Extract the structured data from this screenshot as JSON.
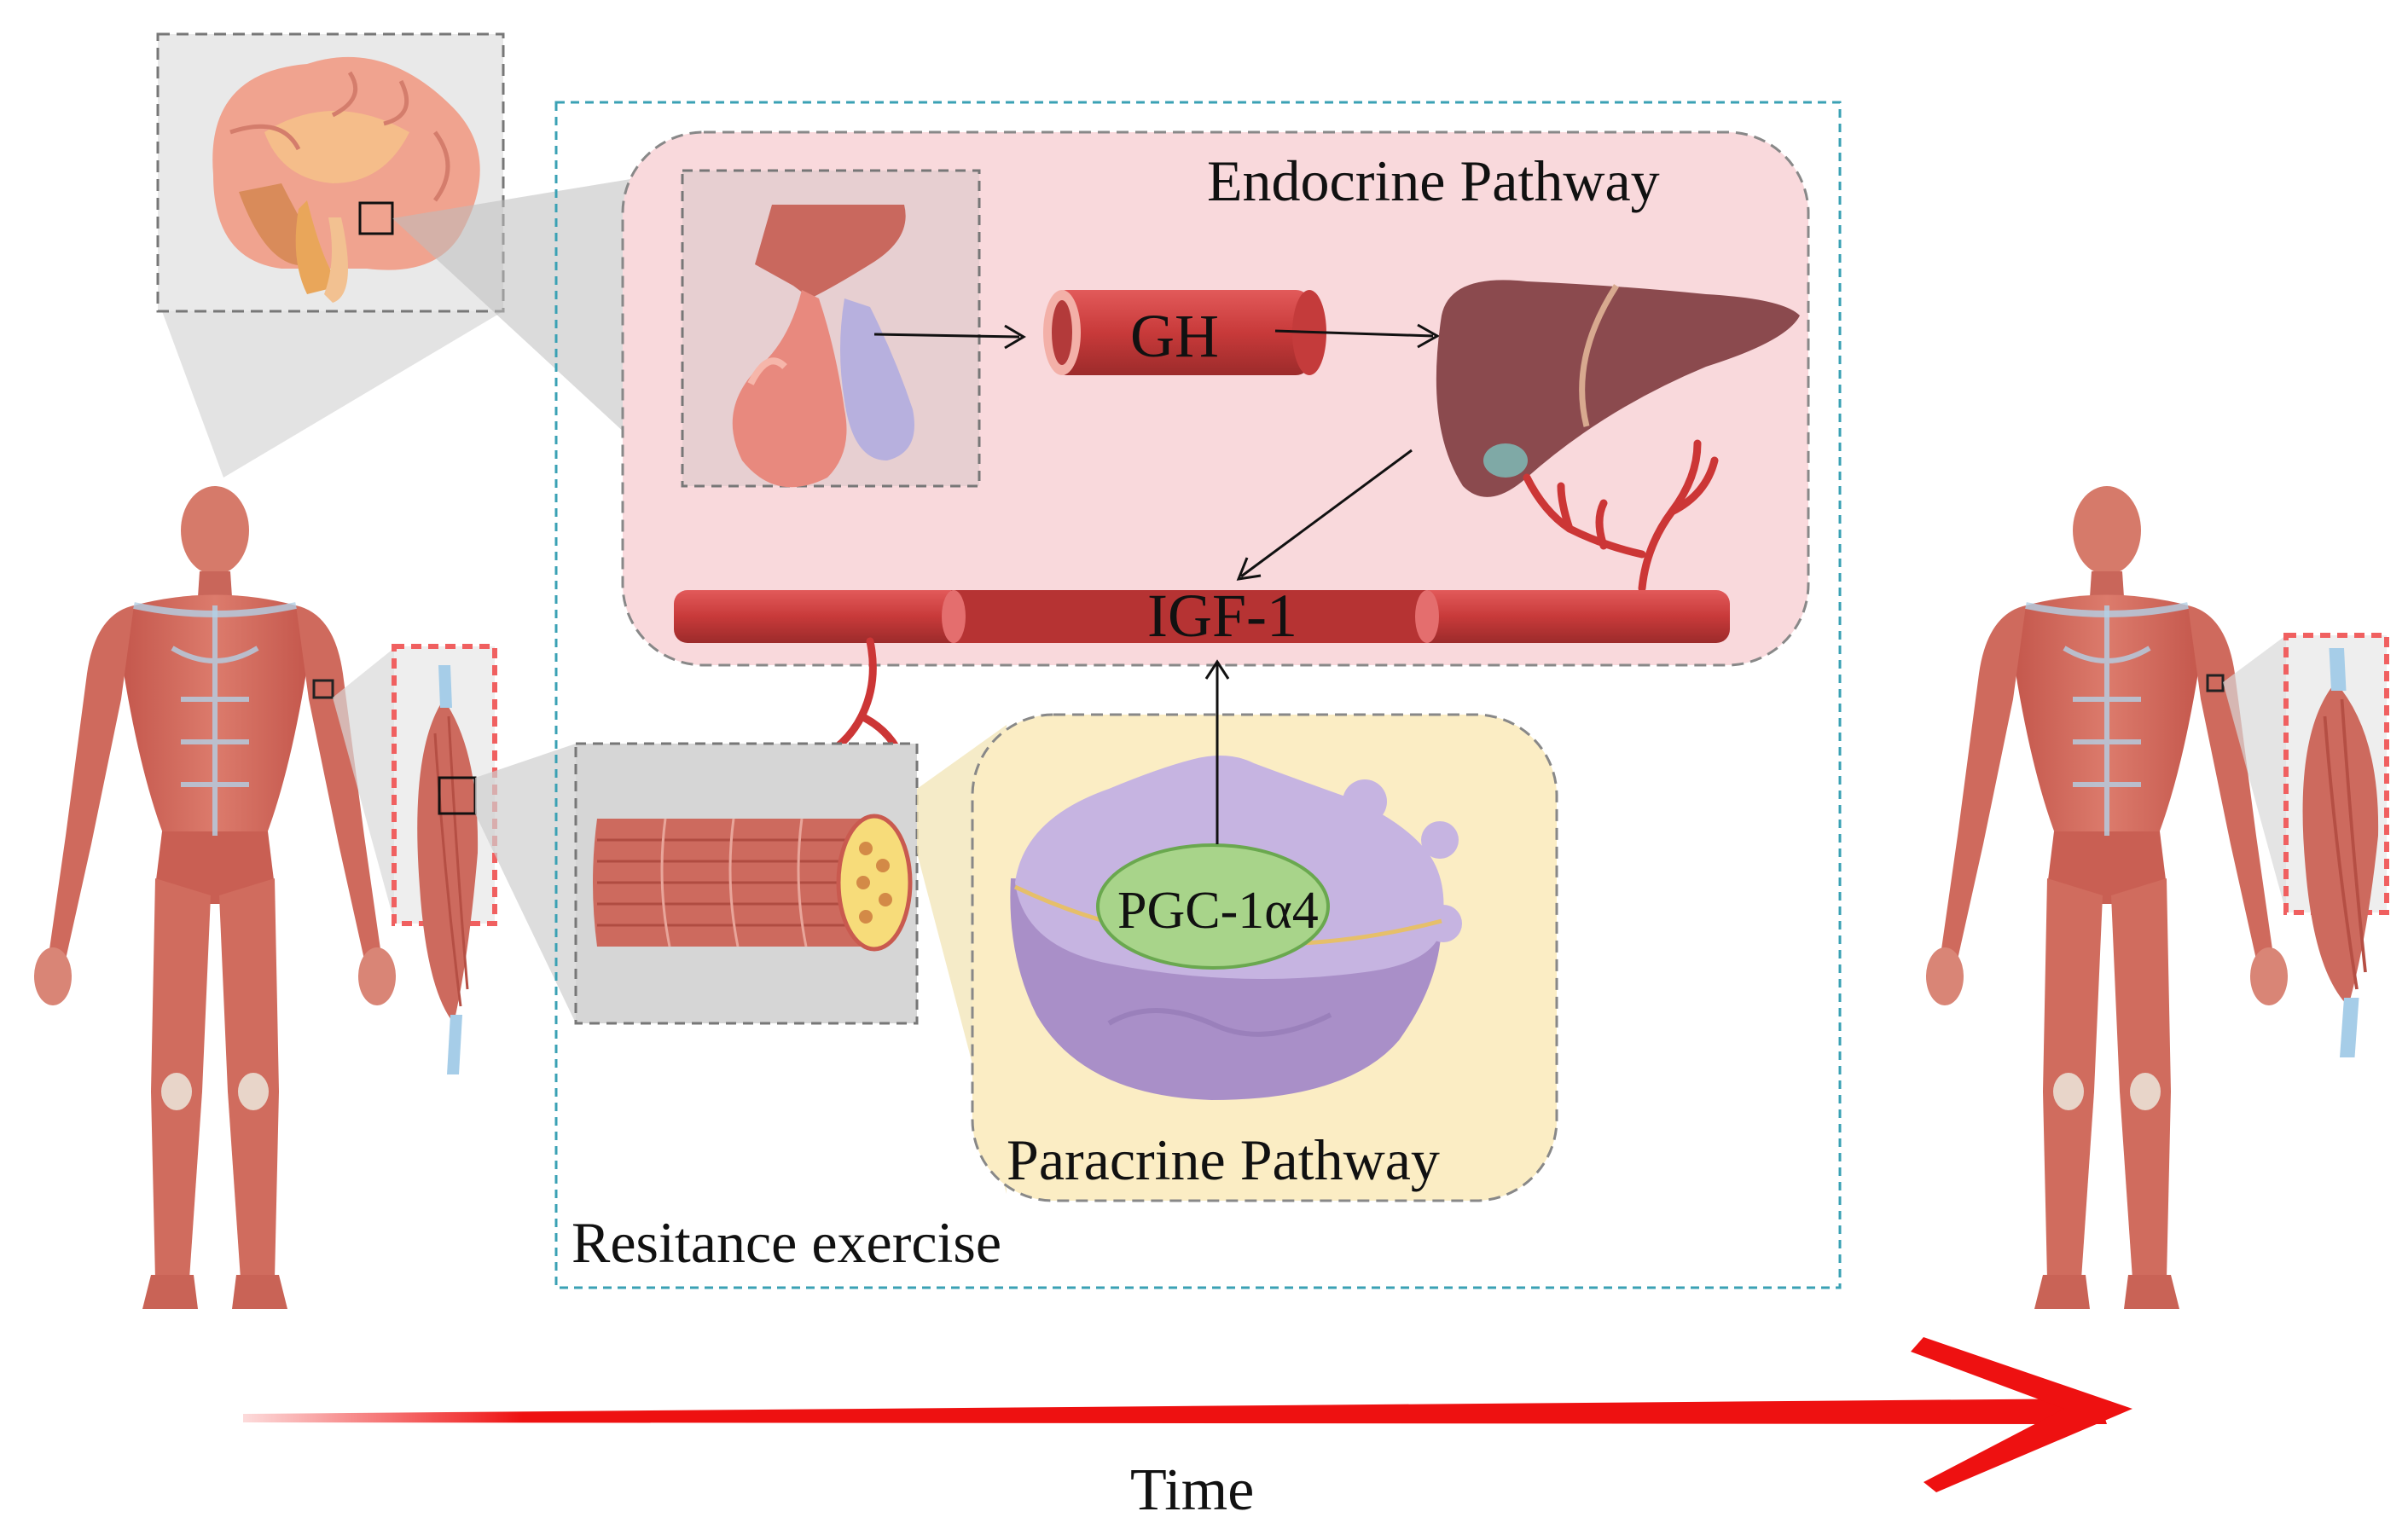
{
  "labels": {
    "endocrine": "Endocrine Pathway",
    "paracrine": "Paracrine Pathway",
    "gh": "GH",
    "igf1": "IGF-1",
    "pgc": "PGC-1α4",
    "resistance": "Resitance exercise",
    "time": "Time"
  },
  "colors": {
    "endocrine_fill": "#f9d9dc",
    "paracrine_fill": "#fbedc4",
    "vessel": "#d64545",
    "vessel_dark": "#a92f2f",
    "muscle": "#cd6a5e",
    "liver": "#8b4a4e",
    "cell": "#b9a3d3",
    "nucleus": "#a8d48a",
    "time_arrow": "#ee1111",
    "frame": "#3aa1b4"
  },
  "icons": [
    "brain-icon",
    "pituitary-icon",
    "blood-vessel-icon",
    "liver-icon",
    "muscle-fiber-icon",
    "muscle-cell-icon",
    "human-body-icon",
    "muscle-icon"
  ]
}
